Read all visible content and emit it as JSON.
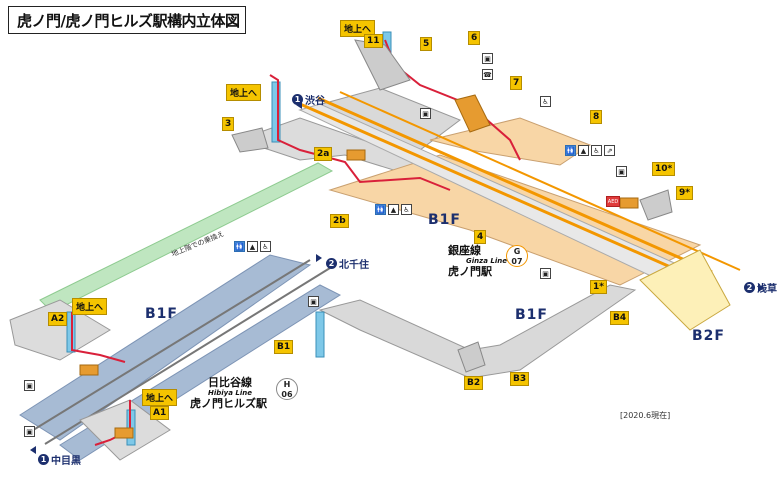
{
  "title": "虎ノ門/虎ノ門ヒルズ駅構内立体図",
  "floors": {
    "ginza_b1f": "B1F",
    "hibiya_b1f_left": "B1F",
    "hibiya_b1f_right": "B1F",
    "ginza_b2f": "B2F"
  },
  "stations": {
    "ginza": {
      "line_ja": "銀座線",
      "line_en": "Ginza Line",
      "code_letter": "G",
      "code_number": "07",
      "name": "虎ノ門駅"
    },
    "hibiya": {
      "line_ja": "日比谷線",
      "line_en": "Hibiya Line",
      "code_letter": "H",
      "code_number": "06",
      "name": "虎ノ門ヒルズ駅"
    }
  },
  "directions": [
    {
      "num": "1",
      "dest": "渋谷"
    },
    {
      "num": "2",
      "dest": "浅草"
    },
    {
      "num": "2",
      "dest": "北千住"
    },
    {
      "num": "1",
      "dest": "中目黒"
    }
  ],
  "exits": [
    "1*",
    "2a",
    "2b",
    "3",
    "4",
    "5",
    "6",
    "7",
    "8",
    "9*",
    "10*",
    "11",
    "A1",
    "A2",
    "B1",
    "B2",
    "B3",
    "B4"
  ],
  "to_ground": "地上へ",
  "underground_passage": "地上階での乗換え",
  "aed": "AED",
  "date_note": "[2020.6現在]",
  "colors": {
    "ginza": "#f39700",
    "hibiya": "#b5b5ac",
    "floor": "#d9d9d9",
    "concourse": "#f8d9a8",
    "route": "#d9203a",
    "elevator": "#7ec8e8",
    "passage": "#9fd6a0"
  },
  "icons": [
    "toilet-icon",
    "elevator-icon",
    "escalator-icon",
    "ticket-machine-icon",
    "wheelchair-icon",
    "phone-icon",
    "aed-icon"
  ]
}
